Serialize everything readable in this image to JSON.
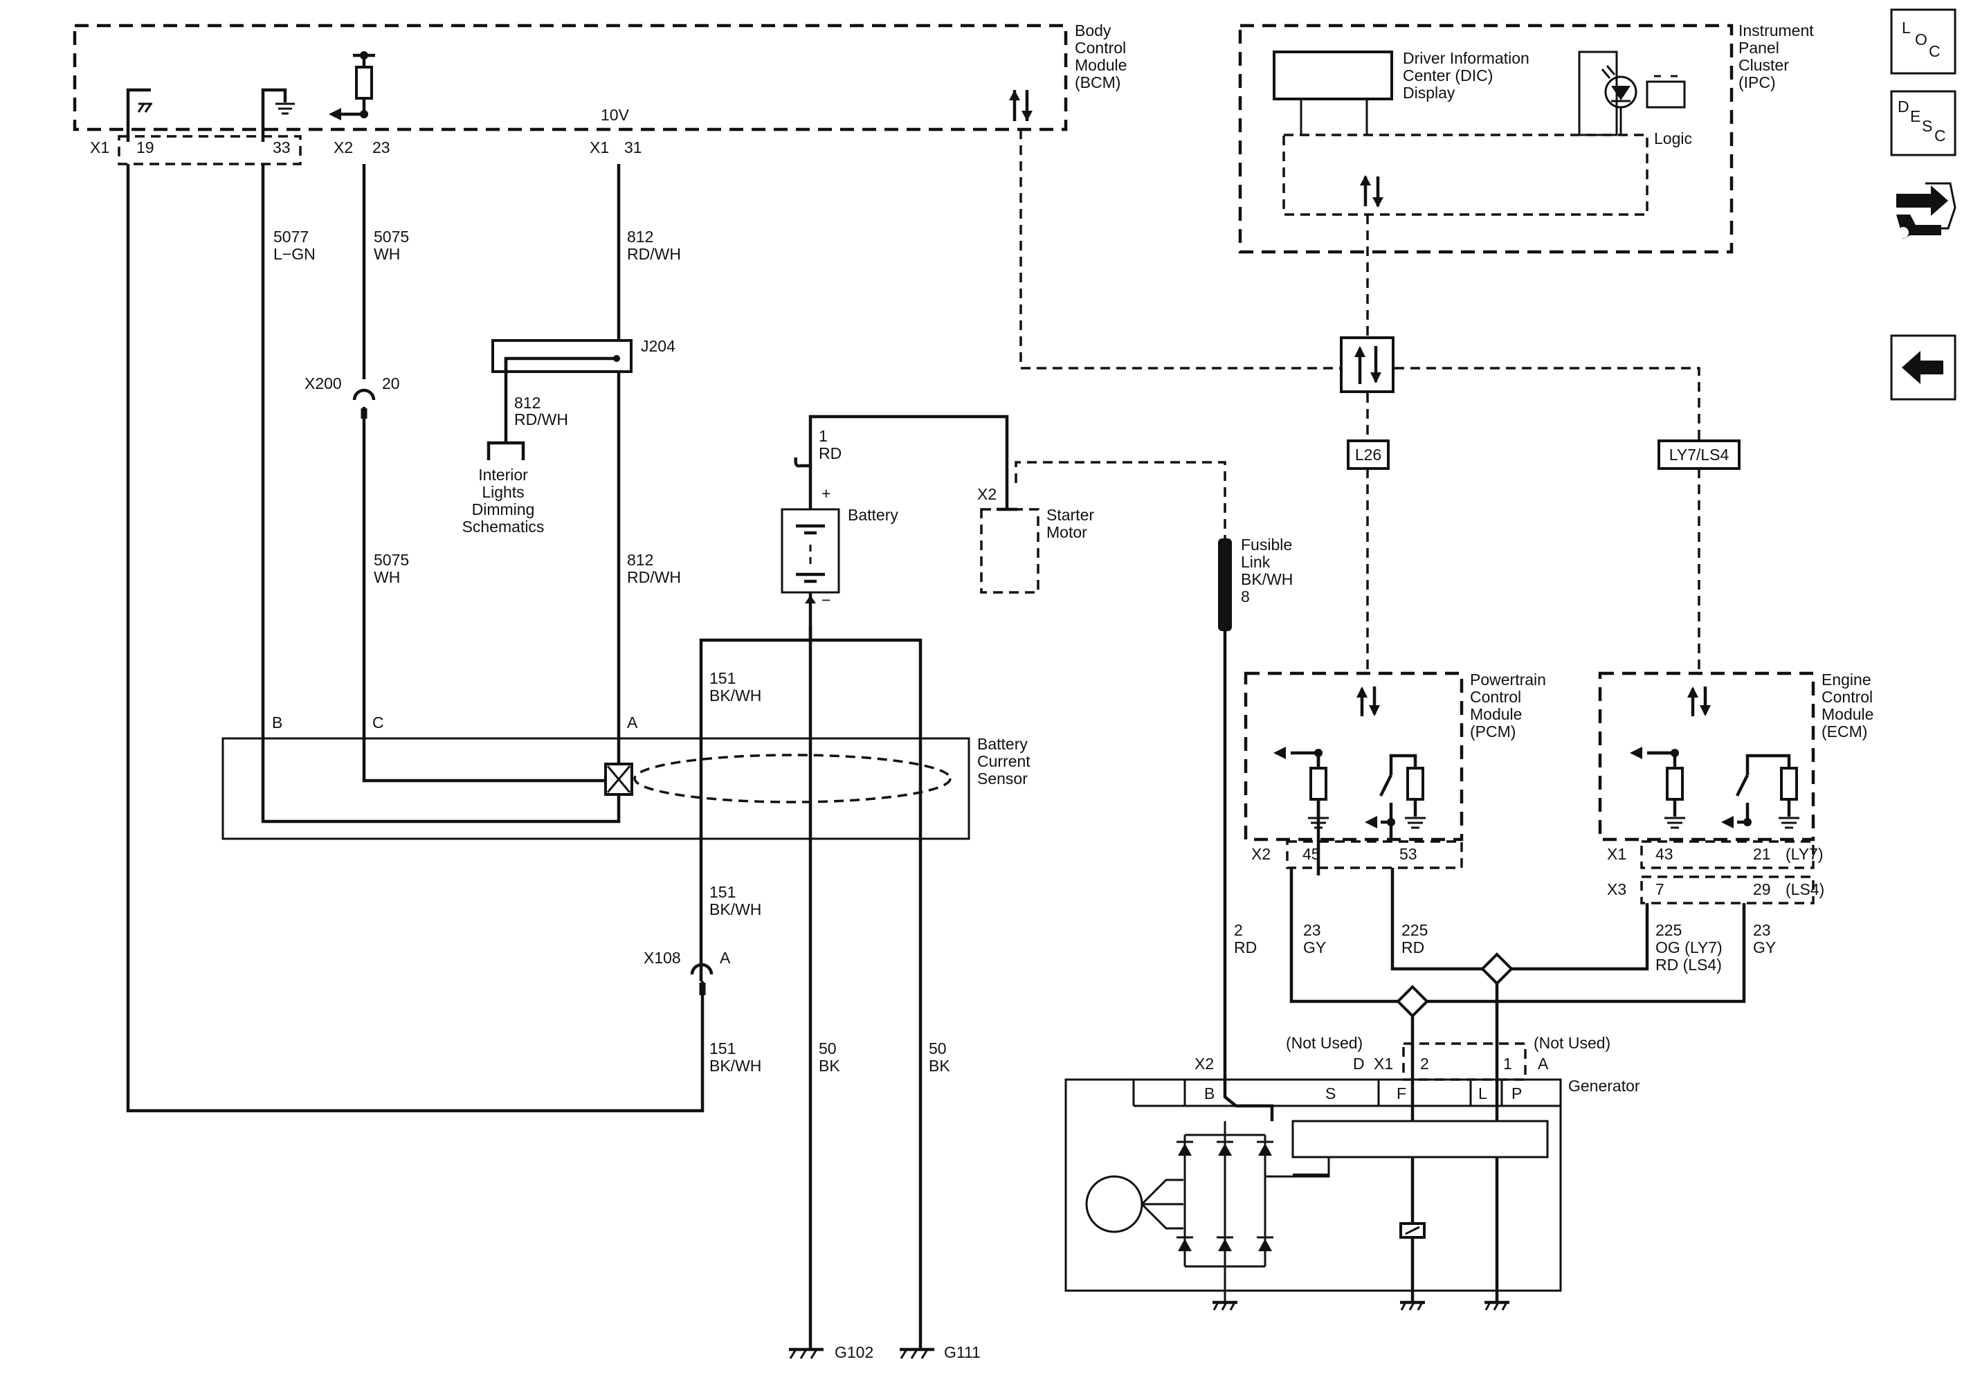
{
  "modules": {
    "bcm": {
      "lines": [
        "Body",
        "Control",
        "Module",
        "(BCM)"
      ]
    },
    "ipc": {
      "lines": [
        "Instrument",
        "Panel",
        "Cluster",
        "(IPC)"
      ]
    },
    "dic": {
      "lines": [
        "Driver Information",
        "Center (DIC)",
        "Display"
      ]
    },
    "logic": "Logic",
    "pcm": {
      "lines": [
        "Powertrain",
        "Control",
        "Module",
        "(PCM)"
      ]
    },
    "ecm": {
      "lines": [
        "Engine",
        "Control",
        "Module",
        "(ECM)"
      ]
    },
    "bcs": {
      "lines": [
        "Battery",
        "Current",
        "Sensor"
      ]
    },
    "battery": "Battery",
    "starter": {
      "lines": [
        "Starter",
        "Motor"
      ]
    },
    "generator": "Generator",
    "fusible": {
      "lines": [
        "Fusible",
        "Link",
        "BK/WH",
        "8"
      ]
    },
    "interior": {
      "lines": [
        "Interior",
        "Lights",
        "Dimming",
        "Schematics"
      ]
    }
  },
  "connectors": {
    "x1_left": "X1",
    "pin19": "19",
    "pin33": "33",
    "x2_bcm": "X2",
    "pin23": "23",
    "x1_bcm": "X1",
    "pin31": "31",
    "volt": "10V",
    "x200": "X200",
    "x200_pin": "20",
    "j204": "J204",
    "x108": "X108",
    "x108_pin": "A",
    "x2_starter": "X2",
    "bcs_b": "B",
    "bcs_c": "C",
    "bcs_a": "A",
    "batt_plus": "+",
    "batt_minus": "−",
    "x2_pcm": "X2",
    "pcm45": "45",
    "pcm53": "53",
    "x1_ecm": "X1",
    "ecm43": "43",
    "ecm21": "21",
    "ecm21_v": "(LY7)",
    "x3_ecm": "X3",
    "ecm7": "7",
    "ecm29": "29",
    "ecm29_v": "(LS4)",
    "not_used_1": "(Not Used)",
    "not_used_2": "(Not Used)",
    "gen_d": "D",
    "gen_x1": "X1",
    "gen_2": "2",
    "gen_1": "1",
    "gen_a": "A",
    "gen_x2": "X2",
    "gen_b": "B",
    "gen_s": "S",
    "gen_f": "F",
    "gen_l": "L",
    "gen_p": "P",
    "l26": "L26",
    "ly7ls4": "LY7/LS4",
    "g102": "G102",
    "g111": "G111"
  },
  "wires": {
    "w5077": [
      "5077",
      "L−GN"
    ],
    "w5075a": [
      "5075",
      "WH"
    ],
    "w5075b": [
      "5075",
      "WH"
    ],
    "w812a": [
      "812",
      "RD/WH"
    ],
    "w812b": [
      "812",
      "RD/WH"
    ],
    "w812c": [
      "812",
      "RD/WH"
    ],
    "w1": [
      "1",
      "RD"
    ],
    "w151a": [
      "151",
      "BK/WH"
    ],
    "w151b": [
      "151",
      "BK/WH"
    ],
    "w151c": [
      "151",
      "BK/WH"
    ],
    "w50a": [
      "50",
      "BK"
    ],
    "w50b": [
      "50",
      "BK"
    ],
    "w2": [
      "2",
      "RD"
    ],
    "w23a": [
      "23",
      "GY"
    ],
    "w225a": [
      "225",
      "RD"
    ],
    "w225b": [
      "225",
      "OG (LY7)",
      "RD (LS4)"
    ],
    "w23b": [
      "23",
      "GY"
    ]
  },
  "nav": {
    "loc": [
      "L",
      "O",
      "C"
    ],
    "desc": [
      "D",
      "E",
      "S",
      "C"
    ]
  }
}
